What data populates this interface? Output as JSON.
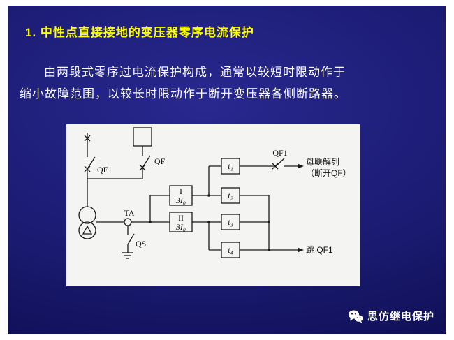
{
  "slide": {
    "title": "1. 中性点直接接地的变压器零序电流保护",
    "body": {
      "line1": "由两段式零序过电流保护构成，通常以较短时限动作于",
      "line2": "缩小故障范围，以较长时限动作于断开变压器各侧断路器。"
    },
    "footer": {
      "brand": "思仿继电保护",
      "icon": "wechat-icon"
    }
  },
  "diagram": {
    "breaker_top": "QF",
    "breaker_left": "QF1",
    "ct": "TA",
    "disconnector": "QS",
    "stage1": {
      "numeral": "I",
      "quantity": "3I₀"
    },
    "stage2": {
      "numeral": "II",
      "quantity": "3I₀"
    },
    "timers": {
      "t1": "t₁",
      "t2": "t₂",
      "t3": "t₃",
      "t4": "t₄"
    },
    "contact_right": "QF1",
    "output_top": {
      "line1": "母联解列",
      "line2": "（断开QF）"
    },
    "output_bottom": "跳 QF1"
  },
  "colors": {
    "slide_center": "#28288f",
    "slide_edge": "#0a0a4a",
    "title_text": "#ffff00",
    "body_text": "#ffffff",
    "diagram_background": "#f4f4f2",
    "circuit_line": "#1a1a1a"
  }
}
